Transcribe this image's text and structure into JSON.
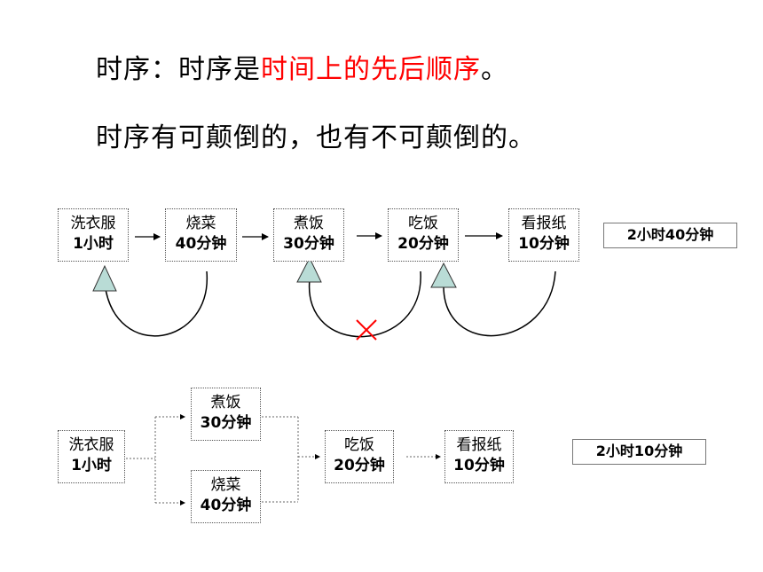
{
  "heading": {
    "line1_prefix": "时序：时序是",
    "line1_highlight": "时间上的先后顺序",
    "line1_suffix": "。",
    "line2": "时序有可颠倒的，也有不可颠倒的。"
  },
  "sequence_top": {
    "boxes": [
      {
        "task": "洗衣服",
        "time": "1小时"
      },
      {
        "task": "烧菜",
        "time": "40分钟"
      },
      {
        "task": "煮饭",
        "time": "30分钟"
      },
      {
        "task": "吃饭",
        "time": "20分钟"
      },
      {
        "task": "看报纸",
        "time": "10分钟"
      }
    ],
    "total": "2小时40分钟",
    "invalid_mark": "✕"
  },
  "sequence_bottom": {
    "start": {
      "task": "洗衣服",
      "time": "1小时"
    },
    "branch_a": {
      "task": "煮饭",
      "time": "30分钟"
    },
    "branch_b": {
      "task": "烧菜",
      "time": "40分钟"
    },
    "merge": {
      "task": "吃饭",
      "time": "20分钟"
    },
    "end": {
      "task": "看报纸",
      "time": "10分钟"
    },
    "total": "2小时10分钟"
  },
  "colors": {
    "highlight": "#ff0000",
    "triangle_fill": "#b9dcd6",
    "cross": "#ff0000"
  }
}
